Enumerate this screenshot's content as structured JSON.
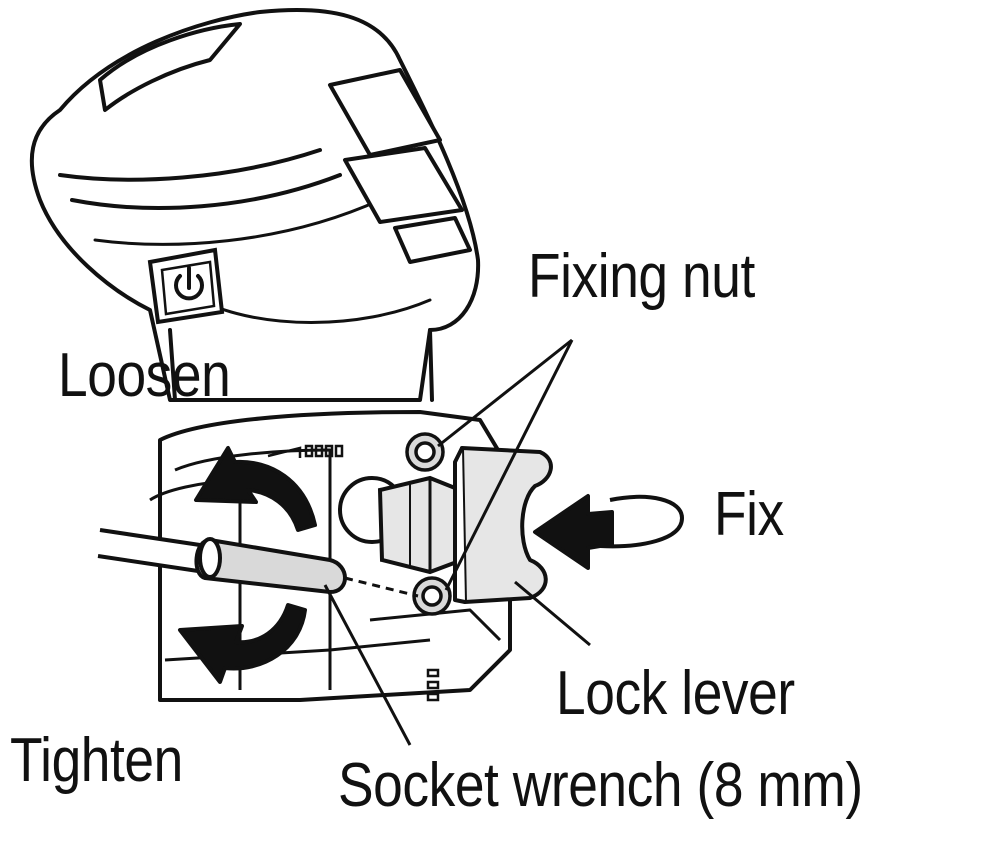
{
  "labels": {
    "fixing_nut": "Fixing nut",
    "loosen": "Loosen",
    "fix": "Fix",
    "lock_lever": "Lock lever",
    "tighten": "Tighten",
    "socket_wrench": "Socket wrench (8 mm)"
  },
  "colors": {
    "ink": "#111111",
    "background": "#ffffff",
    "part_shade": "#d9d9d9",
    "arrow_fill": "#111111"
  },
  "icons": {
    "power_button": "power-icon",
    "rotate_ccw": "rotate-ccw-arrow",
    "rotate_cw": "rotate-cw-arrow",
    "push_arrow": "push-left-arrow"
  }
}
